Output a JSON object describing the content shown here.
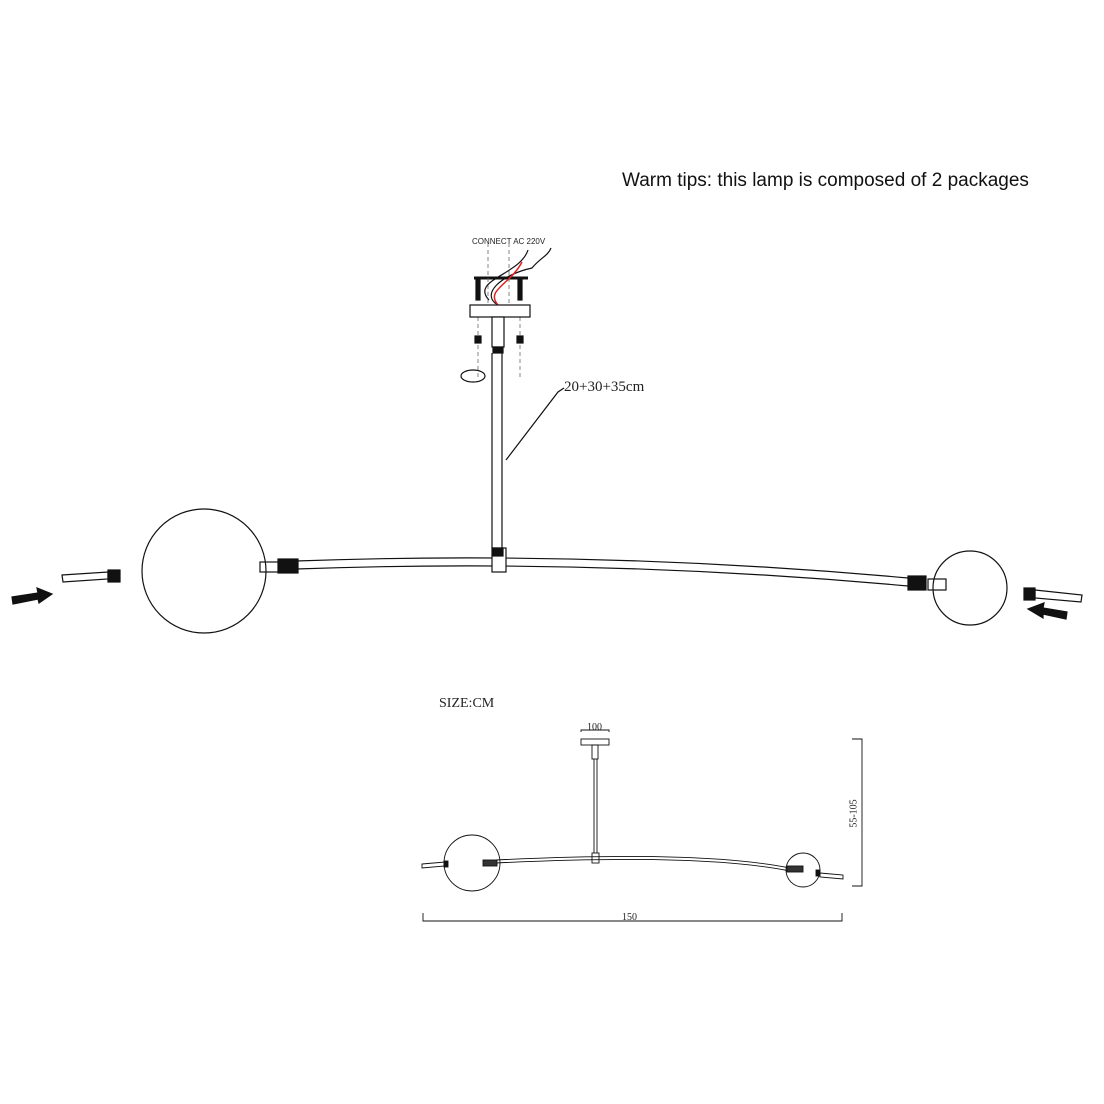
{
  "notice": "Warm tips: this lamp is composed of 2 packages",
  "assembly": {
    "power_label": "CONNECT AC 220V",
    "rod_length_label": "20+30+35cm"
  },
  "dimensions": {
    "unit_label": "SIZE:CM",
    "canopy_width": "100",
    "total_width": "150",
    "height_range": "55-105"
  },
  "colors": {
    "line": "#111111",
    "live_wire": "#e02020"
  }
}
